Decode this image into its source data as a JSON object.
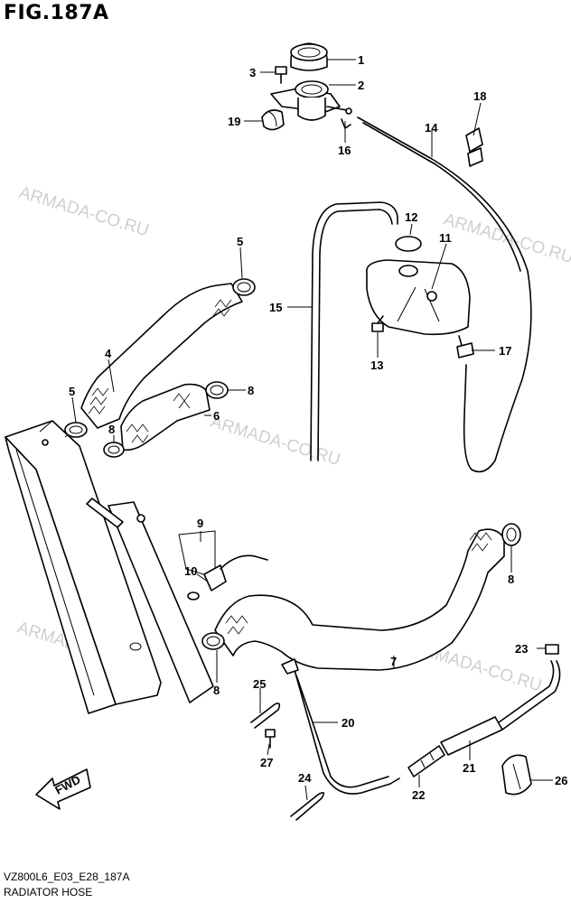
{
  "figure": {
    "title": "FIG.187A",
    "code": "VZ800L6_E03_E28_187A",
    "name": "RADIATOR HOSE"
  },
  "watermarks": [
    "ARMADA-CO.RU",
    "ARMADA-CO.RU",
    "ARMADA-CO.RU",
    "ARMADA-CO.RU",
    "ARMADA-CO.RU"
  ],
  "fwd_label": "FWD",
  "callouts": [
    "1",
    "2",
    "3",
    "4",
    "5",
    "5",
    "6",
    "7",
    "8",
    "8",
    "8",
    "8",
    "9",
    "10",
    "11",
    "12",
    "13",
    "14",
    "15",
    "16",
    "17",
    "18",
    "19",
    "20",
    "21",
    "22",
    "23",
    "24",
    "25",
    "26",
    "27"
  ]
}
